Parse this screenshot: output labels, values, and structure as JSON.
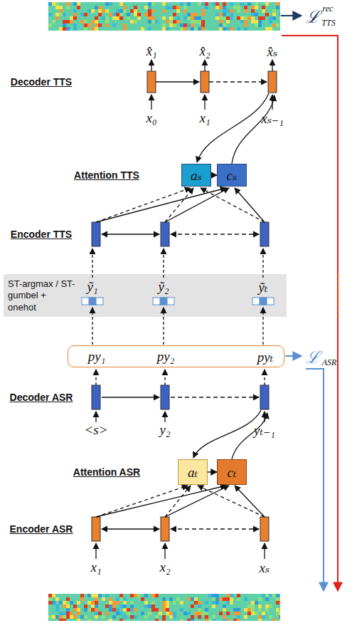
{
  "diagram": {
    "nodes": [
      {
        "text": [
          "aₛ"
        ]
      },
      {
        "text": [
          "cₛ"
        ]
      },
      {
        "text": [
          "ST-argmax / ST-gumbel + onehot"
        ]
      },
      {
        "text": [
          "py₁",
          "py₂",
          "pyₜ"
        ]
      },
      {
        "text": [
          "aₜ"
        ]
      },
      {
        "text": [
          "cₜ"
        ]
      }
    ],
    "edges": [
      {
        "from": 0,
        "to": 1,
        "arrow": "to"
      },
      {
        "from": 4,
        "to": 5,
        "arrow": "to"
      }
    ],
    "labels": [
      "ℒ",
      "rec",
      "TTS",
      "x̂₁",
      "x̂₂",
      "x̂ₛ",
      "Decoder TTS",
      "x₀",
      "x₁",
      "xₛ₋₁",
      "Attention TTS",
      "Encoder TTS",
      "ỹ₁",
      "ỹ₂",
      "ỹₜ",
      "ℒ",
      "ASR",
      "Decoder ASR",
      "<s>",
      "y₂",
      "yₜ₋₁",
      "Attention ASR",
      "Encoder ASR",
      "x₁",
      "x₂",
      "xₛ"
    ]
  }
}
